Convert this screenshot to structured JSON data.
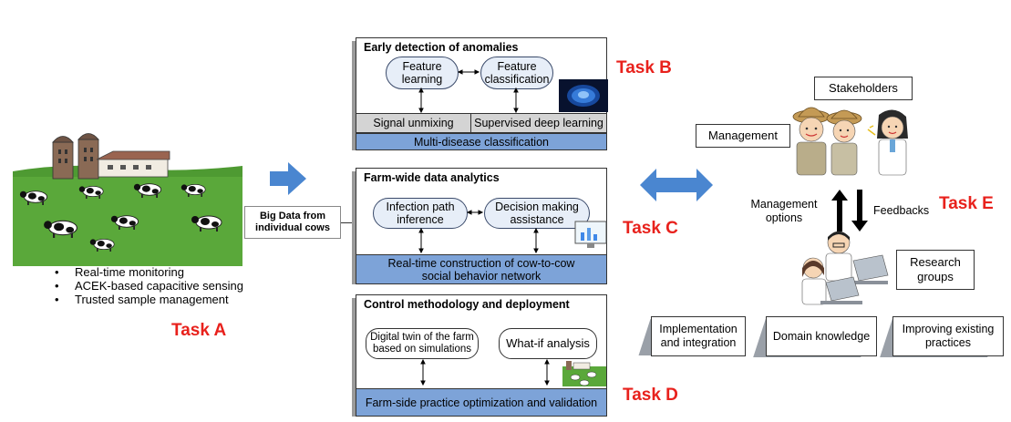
{
  "task_labels": {
    "a": "Task A",
    "b": "Task B",
    "c": "Task C",
    "d": "Task D",
    "e": "Task E"
  },
  "farm_bullets": [
    "Real-time monitoring",
    "ACEK-based capacitive sensing",
    "Trusted sample management"
  ],
  "big_data_label": "Big Data from individual cows",
  "panel_b": {
    "title": "Early detection of anomalies",
    "node_1": "Feature learning",
    "node_2": "Feature classification",
    "box_1": "Signal unmixing",
    "box_2": "Supervised deep learning",
    "bar": "Multi-disease classification"
  },
  "panel_c": {
    "title": "Farm-wide data analytics",
    "node_1": "Infection path inference",
    "node_2": "Decision making assistance",
    "bar": "Real-time construction of cow-to-cow social behavior network"
  },
  "panel_d": {
    "title": "Control methodology and deployment",
    "node_1": "Digital twin of the farm based on simulations",
    "node_2": "What-if analysis",
    "bar": "Farm-side practice optimization and validation"
  },
  "right": {
    "stakeholders": "Stakeholders",
    "management": "Management",
    "management_options": "Management options",
    "feedbacks": "Feedbacks",
    "research_groups": "Research groups",
    "box_1": "Implementation and integration",
    "box_2": "Domain knowledge",
    "box_3": "Improving existing practices"
  },
  "colors": {
    "task_red": "#e8211c",
    "arrow_blue": "#4a86d0",
    "bar_blue": "#7da3d8",
    "grass_green": "#5aa83a",
    "sky": "#e7f4fb"
  }
}
